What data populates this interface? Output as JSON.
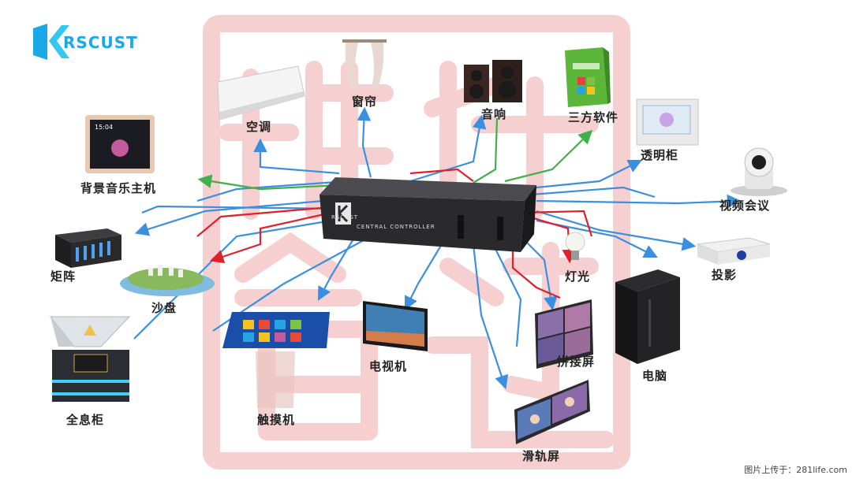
{
  "brand": {
    "logo_text": "RSCUST",
    "accent_color": "#1aa8e8"
  },
  "controller": {
    "brand_text": "RSCUST",
    "model_text": "CENTRAL CONTROLLER"
  },
  "devices": {
    "air_conditioner": "空调",
    "curtain": "窗帘",
    "speaker": "音响",
    "third_party_software": "三方软件",
    "transparent_cabinet": "透明柜",
    "video_conference": "视频会议",
    "background_music": "背景音乐主机",
    "matrix": "矩阵",
    "sand_table": "沙盘",
    "projector": "投影",
    "lighting": "灯光",
    "hologram_cabinet": "全息柜",
    "touch_screen": "触摸机",
    "tv": "电视机",
    "splicing_screen": "拼接屏",
    "computer": "电脑",
    "slide_screen": "滑轨屏"
  },
  "panel_time": "15:04",
  "footer_text": "图片上传于：281life.com",
  "wire_colors": {
    "blue": "#3b8fe0",
    "red": "#e0202a",
    "green": "#3fb04a"
  },
  "watermark_color": "#e05a5a"
}
